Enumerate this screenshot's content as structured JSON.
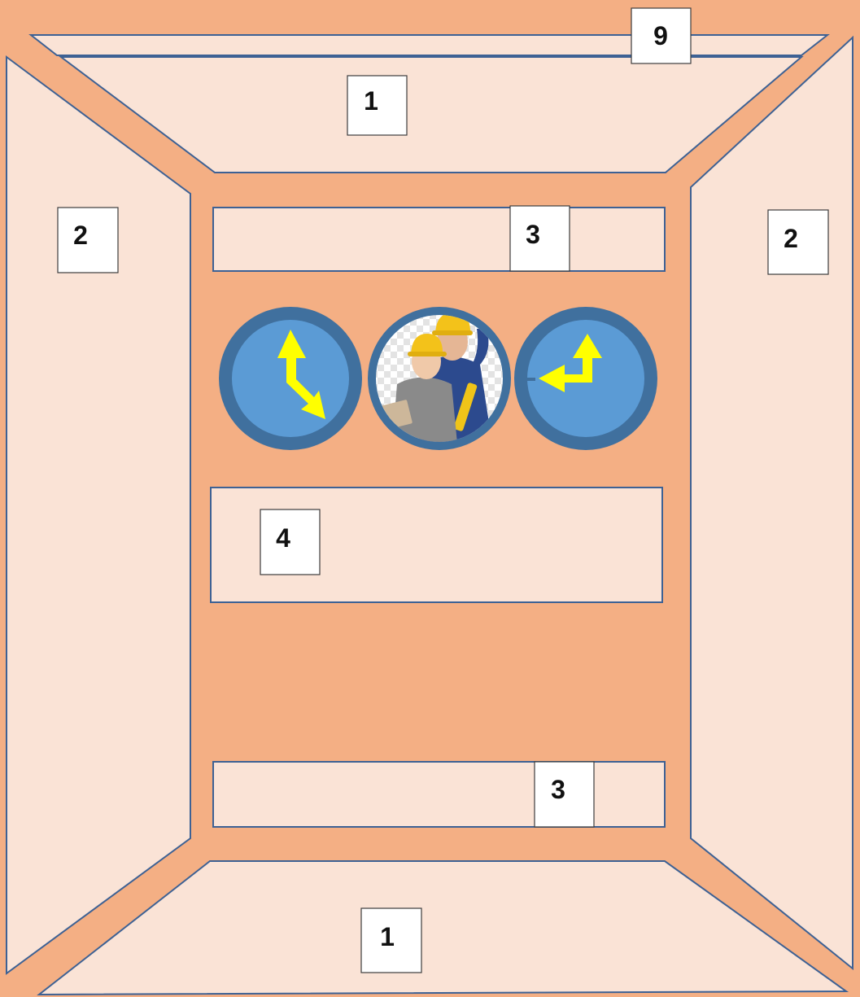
{
  "diagram": {
    "labels": {
      "top_small_panel": "9",
      "top_panel": "1",
      "left_panel": "2",
      "right_panel": "2",
      "upper_strip": "3",
      "middle_box": "4",
      "lower_strip": "3",
      "bottom_panel": "1"
    },
    "colors": {
      "background": "#F4AF84",
      "panel_fill": "#FAE3D6",
      "panel_stroke": "#3D6194",
      "clock_ring": "#40709E",
      "clock_face": "#5B9BD5",
      "arrow": "#FFFF00"
    },
    "icons": [
      "clock-arrows-icon",
      "workers-photo",
      "clock-arrows-icon"
    ]
  }
}
